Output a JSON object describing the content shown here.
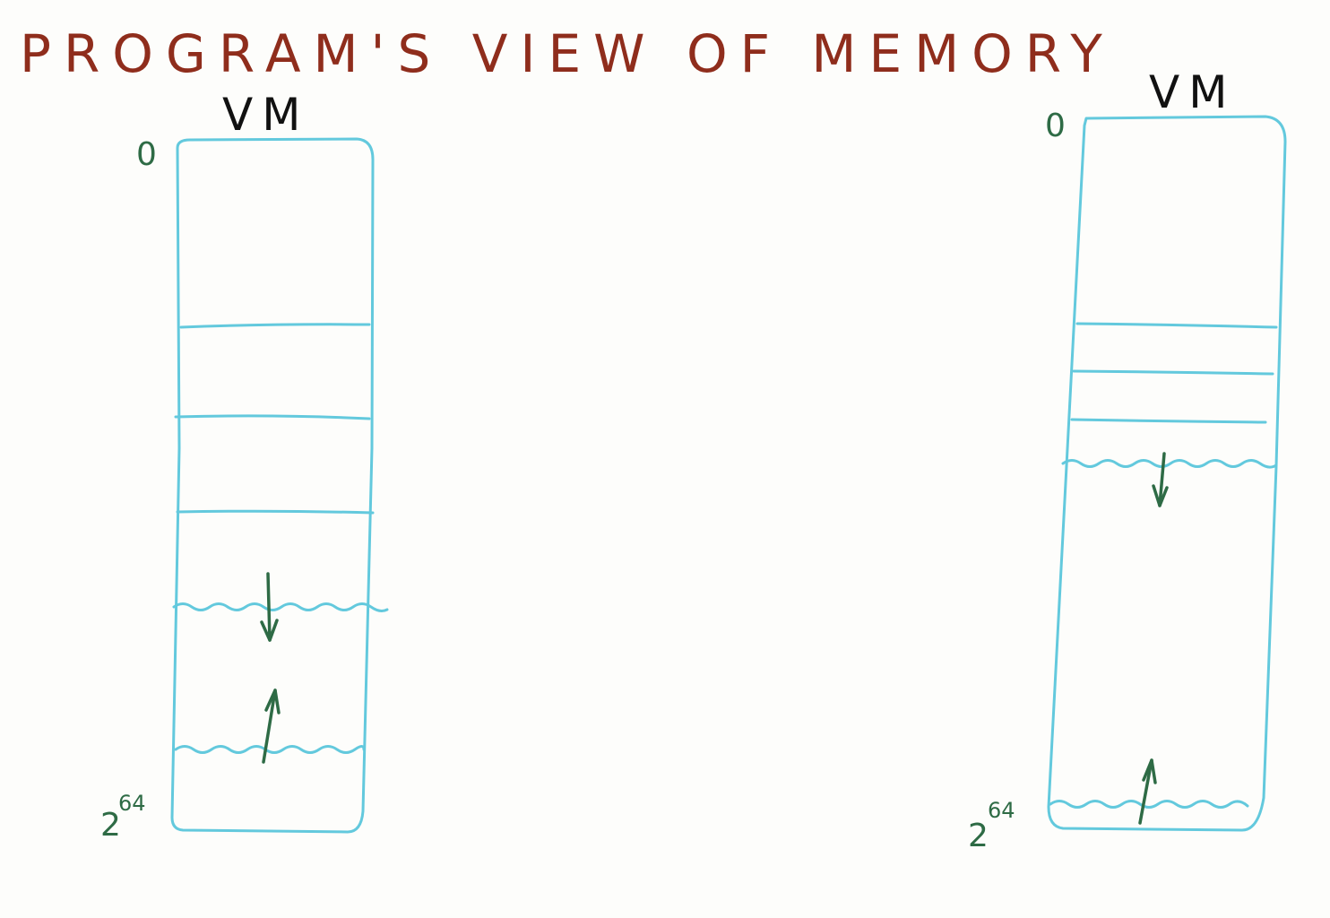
{
  "title": "PROGRAM'S VIEW OF MEMORY",
  "colors": {
    "background": "#fdfdfb",
    "title": "#8f2d1c",
    "label": "#111111",
    "box": "#63c9dd",
    "annotation": "#2e6b45"
  },
  "left_diagram": {
    "label": "VM",
    "top_address": "0",
    "bottom_address_base": "2",
    "bottom_address_exponent": "64"
  },
  "right_diagram": {
    "label": "VM",
    "top_address": "0",
    "bottom_address_base": "2",
    "bottom_address_exponent": "64"
  }
}
